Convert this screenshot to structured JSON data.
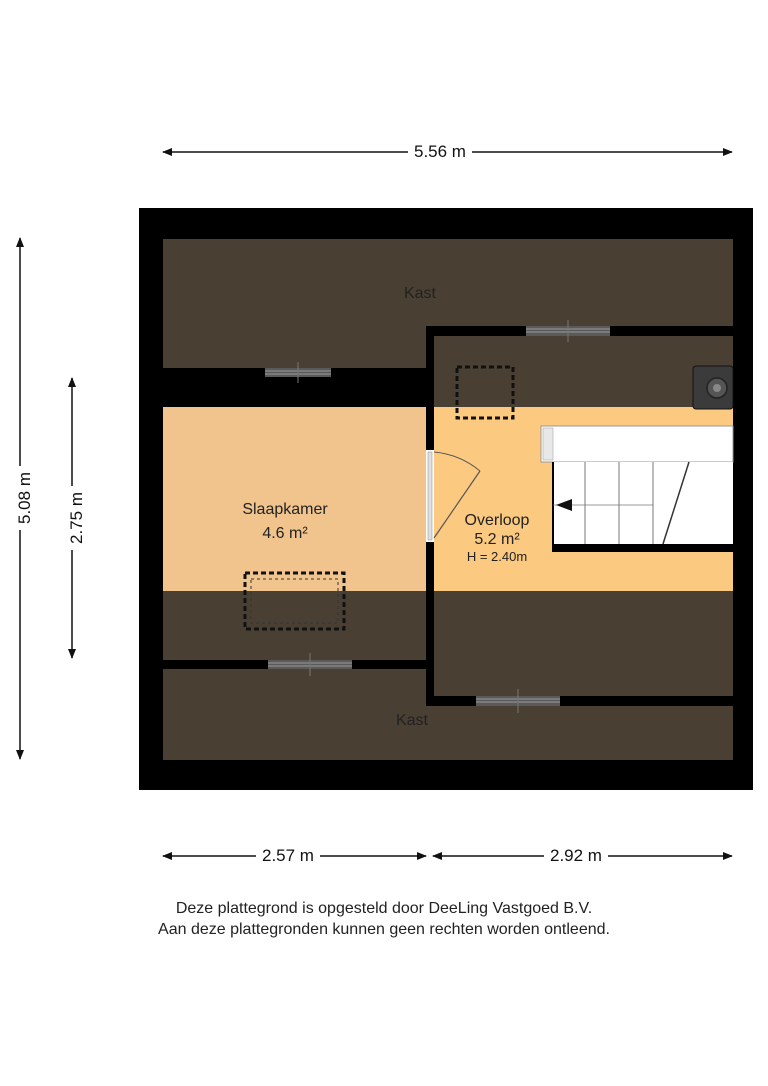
{
  "dimensions": {
    "top_width": "5.56 m",
    "left_height": "5.08 m",
    "inner_height": "2.75 m",
    "bottom_left": "2.57 m",
    "bottom_right": "2.92 m"
  },
  "rooms": {
    "kast_top": {
      "name": "Kast"
    },
    "kast_bottom": {
      "name": "Kast"
    },
    "slaapkamer": {
      "name": "Slaapkamer",
      "area": "4.6 m²"
    },
    "overloop": {
      "name": "Overloop",
      "area": "5.2 m²",
      "height": "H = 2.40m"
    }
  },
  "footer": {
    "line1": "Deze plattegrond is opgesteld door DeeLing Vastgoed B.V.",
    "line2": "Aan deze plattegronden kunnen geen rechten worden ontleend."
  },
  "colors": {
    "wall": "#000000",
    "kast_floor": "#4a3f33",
    "room_floor": "#f0c48c",
    "overloop_floor": "#fbc97f"
  }
}
